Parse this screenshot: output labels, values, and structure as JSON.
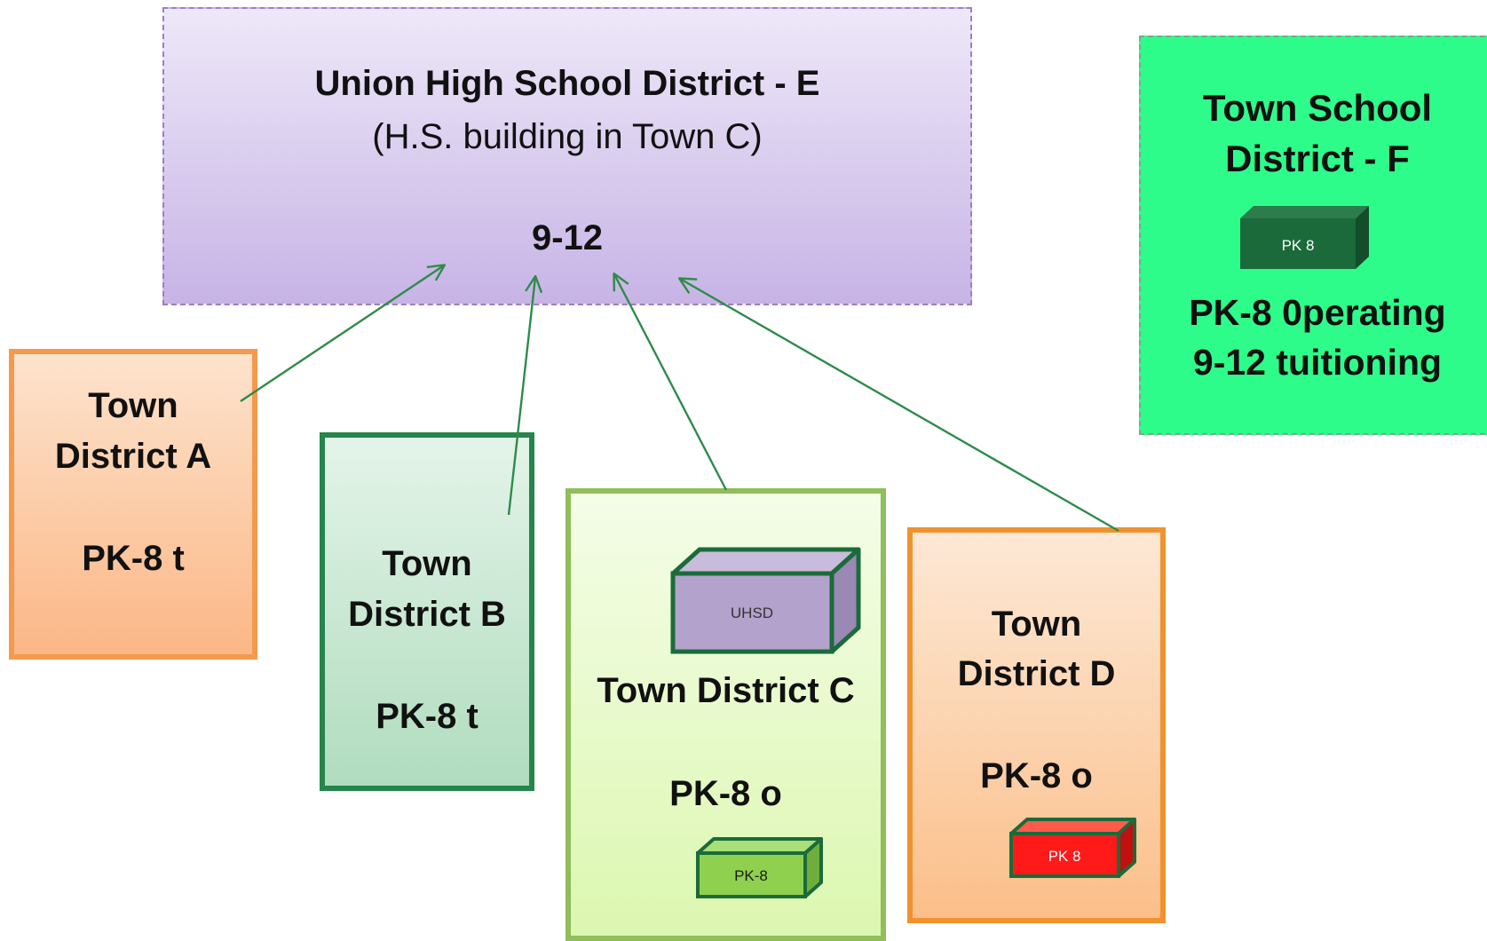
{
  "uhsd": {
    "title": "Union High School District  - E",
    "subtitle": "(H.S. building in Town C)",
    "grades": "9-12"
  },
  "town_f": {
    "title_line1": "Town School",
    "title_line2": "District  - F",
    "building_label": "PK 8",
    "status_line1": "PK-8 0perating",
    "status_line2": "9-12 tuitioning"
  },
  "town_a": {
    "line1": "Town",
    "line2": "District A",
    "status": "PK-8 t"
  },
  "town_b": {
    "line1": "Town",
    "line2": "District B",
    "status": "PK-8 t"
  },
  "town_c": {
    "title": "Town District C",
    "status": "PK-8 o",
    "uhsd_building_label": "UHSD",
    "pk8_building_label": "PK-8"
  },
  "town_d": {
    "line1": "Town",
    "line2": "District D",
    "status": "PK-8 o",
    "building_label": "PK 8"
  },
  "colors": {
    "arrow": "#2e8b4a",
    "uhsd_fill": "#c7b4e6",
    "town_f_fill": "#2efc8a",
    "town_a_border": "#f39a4e",
    "town_b_border": "#25854a",
    "town_c_border": "#8fbe5a",
    "town_d_border": "#f0922e",
    "building_dark_green": "#1b6b3a",
    "building_red": "#ff1a1a",
    "building_light_green": "#8fd14f",
    "building_purple": "#b3a2cc"
  }
}
